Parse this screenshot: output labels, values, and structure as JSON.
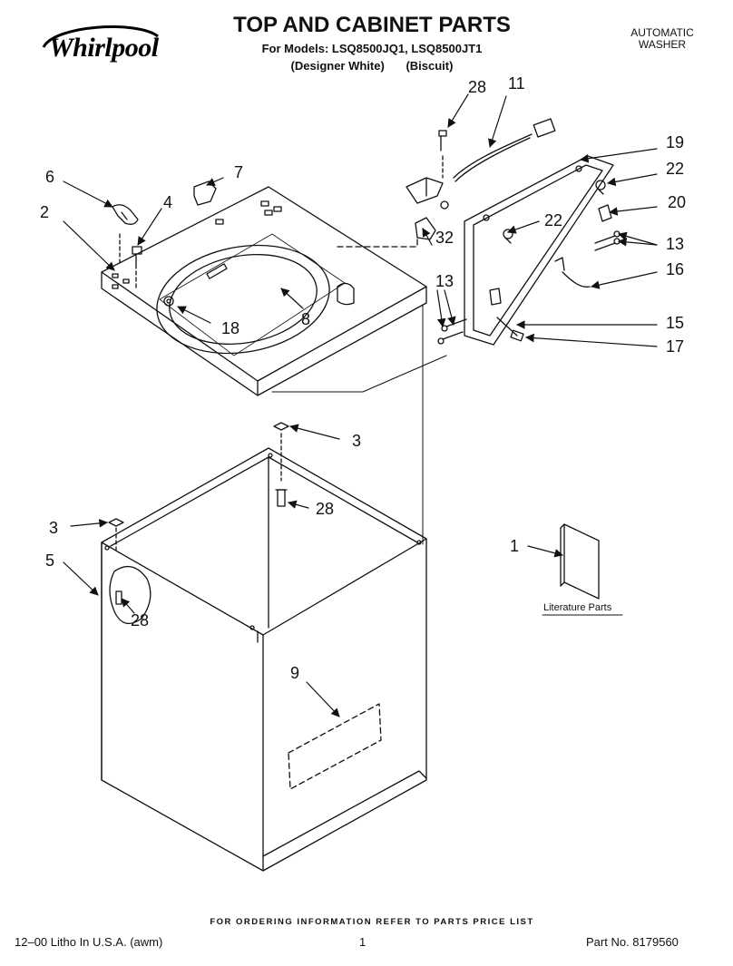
{
  "header": {
    "brand": "Whirlpool",
    "title": "TOP AND CABINET PARTS",
    "models": "For Models: LSQ8500JQ1, LSQ8500JT1",
    "variant_1": "(Designer White)",
    "variant_2": "(Biscuit)",
    "appliance_line1": "AUTOMATIC",
    "appliance_line2": "WASHER"
  },
  "callouts": {
    "c1": "1",
    "c2": "2",
    "c3a": "3",
    "c3b": "3",
    "c4": "4",
    "c5": "5",
    "c6": "6",
    "c7": "7",
    "c8": "8",
    "c9": "9",
    "c11": "11",
    "c13a": "13",
    "c13b": "13",
    "c15": "15",
    "c16": "16",
    "c17": "17",
    "c18": "18",
    "c19": "19",
    "c20": "20",
    "c22a": "22",
    "c22b": "22",
    "c28a": "28",
    "c28b": "28",
    "c28c": "28",
    "c32": "32"
  },
  "literature_label": "Literature Parts",
  "footer": {
    "ordering": "FOR ORDERING INFORMATION REFER TO PARTS PRICE LIST",
    "litho": "12–00 Litho In U.S.A. (awm)",
    "page": "1",
    "part_no": "Part No. 8179560"
  },
  "colors": {
    "line": "#111111",
    "paper": "#ffffff"
  }
}
